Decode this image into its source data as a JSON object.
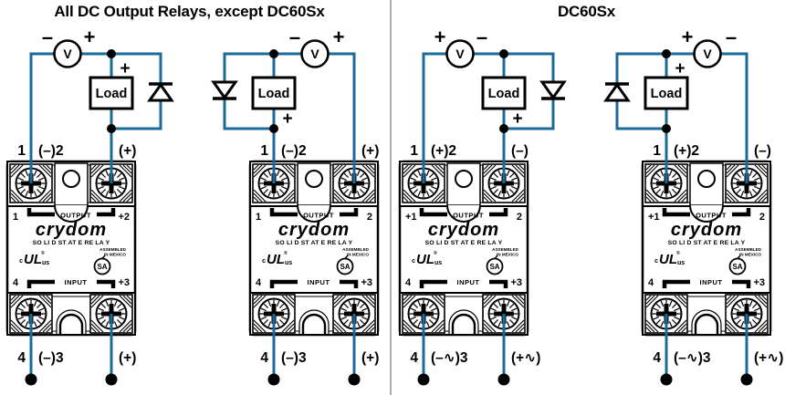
{
  "figure": {
    "left_title": "All DC Output Relays, except DC60Sx",
    "right_title": "DC60Sx"
  },
  "colors": {
    "wire": "#1b6b99",
    "ink": "#000000",
    "divider": "#ababab",
    "background": "#ffffff"
  },
  "shared": {
    "voltmeter_label": "V",
    "load_label": "Load"
  },
  "diagrams": [
    {
      "name": "diagram-all-dc-1",
      "layout": "meter-left",
      "meter_signs": {
        "left": "–",
        "right": "+"
      },
      "load_plus": {
        "sign": "+",
        "position": "above"
      },
      "diode": {
        "side": "right",
        "cathode": "top"
      },
      "top_labels": {
        "pin": "1",
        "near": "(–)2",
        "far": "(+)"
      },
      "bottom_labels": {
        "pin": "4",
        "near": "(–)3",
        "far": "(+)"
      },
      "relay": {
        "output_left": "1",
        "output_word": "OUTPUT",
        "output_right": "+2",
        "brand": "crydom",
        "tagline": "SO LI D ST AT E RE LA Y",
        "ul": {
          "c": "c",
          "mark": "UL",
          "us": "us",
          "reg": "®"
        },
        "made": [
          "ASSEMBLED",
          "IN MEXICO"
        ],
        "csa": "SA",
        "input_left": "4",
        "input_word": "INPUT",
        "input_right": "+3"
      }
    },
    {
      "name": "diagram-all-dc-2",
      "layout": "meter-right",
      "meter_signs": {
        "left": "–",
        "right": "+"
      },
      "load_plus": {
        "sign": "+",
        "position": "below"
      },
      "diode": {
        "side": "left",
        "cathode": "bottom"
      },
      "top_labels": {
        "pin": "1",
        "near": "(–)2",
        "far": "(+)"
      },
      "bottom_labels": {
        "pin": "4",
        "near": "(–)3",
        "far": "(+)"
      },
      "relay": {
        "output_left": "1",
        "output_word": "OUTPUT",
        "output_right": "2",
        "brand": "crydom",
        "tagline": "SO LI D ST AT E RE LA Y",
        "ul": {
          "c": "c",
          "mark": "UL",
          "us": "us",
          "reg": "®"
        },
        "made": [
          "ASSEMBLED",
          "IN MEXICO"
        ],
        "csa": "SA",
        "input_left": "4",
        "input_word": "INPUT",
        "input_right": "+3"
      }
    },
    {
      "name": "diagram-dc60sx-1",
      "layout": "meter-left",
      "meter_signs": {
        "left": "+",
        "right": "–"
      },
      "load_plus": {
        "sign": "+",
        "position": "below"
      },
      "diode": {
        "side": "right",
        "cathode": "bottom"
      },
      "top_labels": {
        "pin": "1",
        "near": "(+)2",
        "far": "(–)"
      },
      "bottom_labels": {
        "pin": "4",
        "near": "(–∿)3",
        "far": "(+∿)"
      },
      "relay": {
        "output_left": "+1",
        "output_word": "OUTPUT",
        "output_right": "2",
        "brand": "crydom",
        "tagline": "SO LI D ST AT E RE LA Y",
        "ul": {
          "c": "c",
          "mark": "UL",
          "us": "us",
          "reg": "®"
        },
        "made": [
          "ASSEMBLED",
          "IN MEXICO"
        ],
        "csa": "SA",
        "input_left": "4",
        "input_word": "INPUT",
        "input_right": "+3"
      }
    },
    {
      "name": "diagram-dc60sx-2",
      "layout": "meter-right",
      "meter_signs": {
        "left": "+",
        "right": "–"
      },
      "load_plus": {
        "sign": "+",
        "position": "above"
      },
      "diode": {
        "side": "left",
        "cathode": "top"
      },
      "top_labels": {
        "pin": "1",
        "near": "(+)2",
        "far": "(–)"
      },
      "bottom_labels": {
        "pin": "4",
        "near": "(–∿)3",
        "far": "(+∿)"
      },
      "relay": {
        "output_left": "+1",
        "output_word": "OUTPUT",
        "output_right": "2",
        "brand": "crydom",
        "tagline": "SO LI D ST AT E RE LA Y",
        "ul": {
          "c": "c",
          "mark": "UL",
          "us": "us",
          "reg": "®"
        },
        "made": [
          "ASSEMBLED",
          "IN MEXICO"
        ],
        "csa": "SA",
        "input_left": "4",
        "input_word": "INPUT",
        "input_right": "+3"
      }
    }
  ]
}
